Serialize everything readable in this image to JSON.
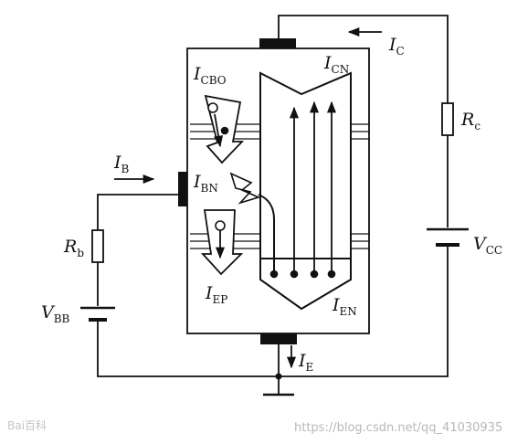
{
  "labels": {
    "ic": {
      "main": "I",
      "sub": "C"
    },
    "icn": {
      "main": "I",
      "sub": "CN"
    },
    "icbo": {
      "main": "I",
      "sub": "CBO"
    },
    "ib": {
      "main": "I",
      "sub": "B"
    },
    "ibn": {
      "main": "I",
      "sub": "BN"
    },
    "iep": {
      "main": "I",
      "sub": "EP"
    },
    "ien": {
      "main": "I",
      "sub": "EN"
    },
    "ie": {
      "main": "I",
      "sub": "E"
    },
    "rc": {
      "main": "R",
      "sub": "c"
    },
    "rb": {
      "main": "R",
      "sub": "b"
    },
    "vcc": {
      "main": "V",
      "sub": "CC"
    },
    "vbb": {
      "main": "V",
      "sub": "BB"
    }
  },
  "watermarks": {
    "baidu": "Bai百科",
    "csdn": "https://blog.csdn.net/qq_41030935"
  },
  "colors": {
    "ink": "#111111",
    "watermark": "#b8b8b8"
  }
}
